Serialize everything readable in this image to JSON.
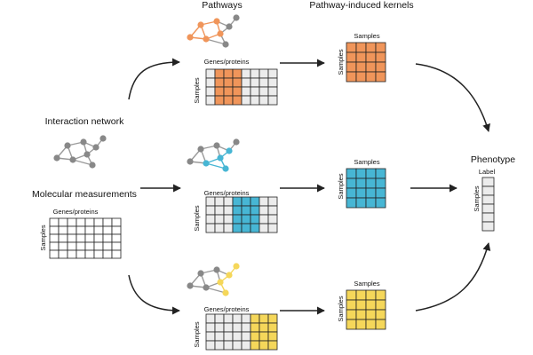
{
  "headers": {
    "pathways": "Pathways",
    "kernels": "Pathway-induced kernels"
  },
  "inputs": {
    "network": "Interaction network",
    "measurements": "Molecular measurements"
  },
  "matrix_labels": {
    "genes": "Genes/proteins",
    "samples": "Samples"
  },
  "output": {
    "phenotype": "Phenotype",
    "label": "Label"
  },
  "colors": {
    "orange": "#f0955a",
    "blue": "#47b6d4",
    "yellow": "#f5d75a",
    "node_gray": "#888888",
    "cell_gray": "#ececec",
    "line": "#222222"
  },
  "pathways": [
    {
      "name": "orange",
      "highlight_columns": [
        1,
        2,
        3
      ]
    },
    {
      "name": "blue",
      "highlight_columns": [
        3,
        4,
        5
      ]
    },
    {
      "name": "yellow",
      "highlight_columns": [
        5,
        6,
        7
      ]
    }
  ]
}
